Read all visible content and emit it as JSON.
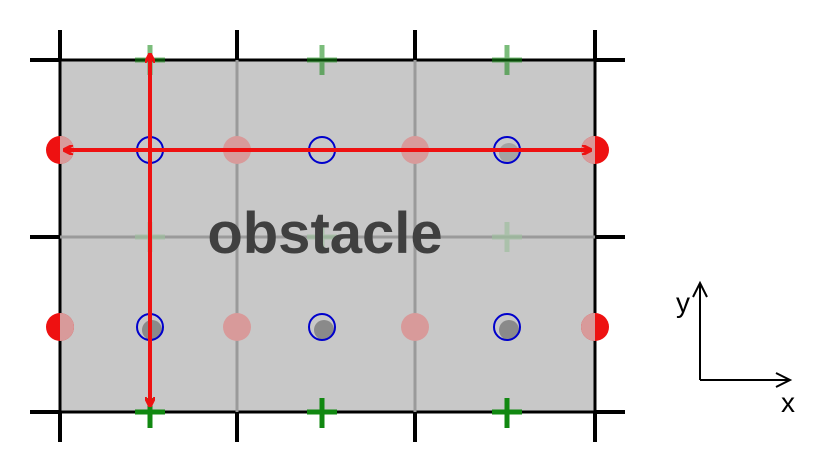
{
  "diagram": {
    "obstacle_label": "obstacle",
    "axis_x_label": "x",
    "axis_y_label": "y"
  },
  "colors": {
    "obstacle_fill": "#c8c8c8",
    "grid_line": "#9a9a9a",
    "cell_edge": "#000000",
    "plus_marker": "#118811",
    "faded_plus_marker": "#6f9f6f",
    "arrow": "#ee1111",
    "red_dot": "#ee1111",
    "faded_dot": "#d89a9a",
    "circle": "#0000cc",
    "gray_dot": "#8a8a8a",
    "label_text": "#404040"
  }
}
